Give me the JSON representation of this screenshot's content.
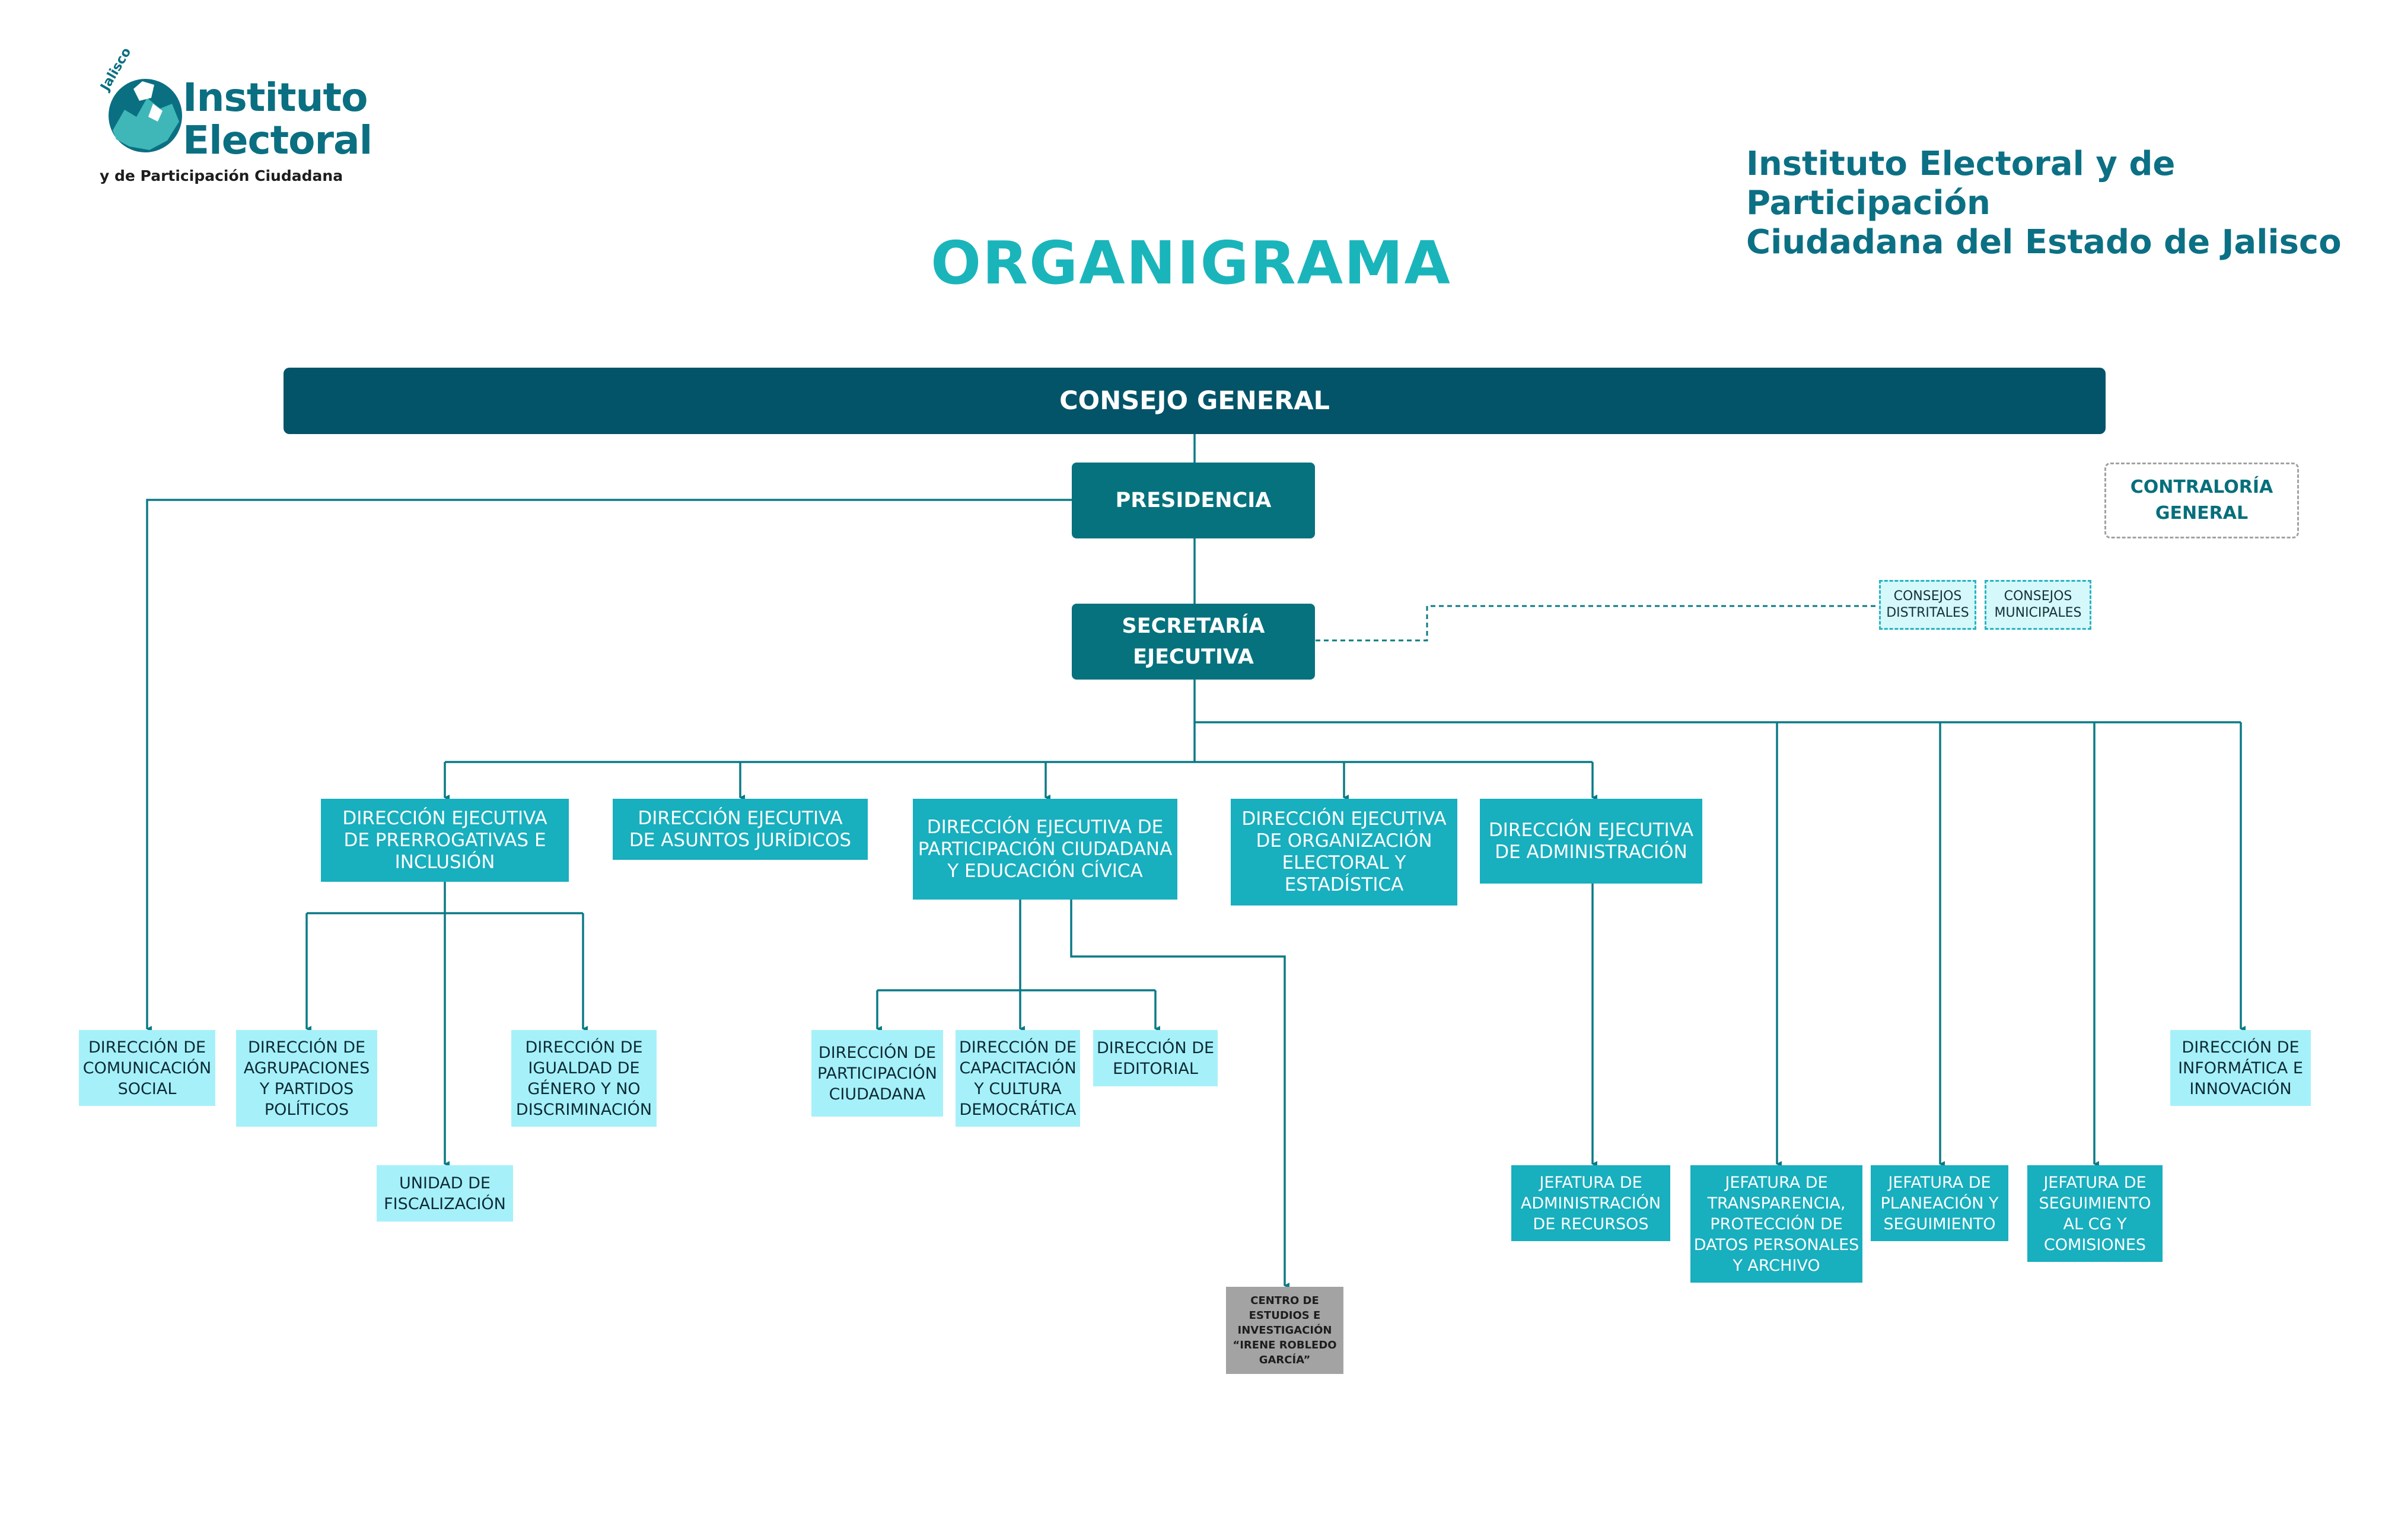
{
  "logo": {
    "small": "Jalisco",
    "line1": "Instituto",
    "line2": "Electoral",
    "line3": "y de Participación Ciudadana"
  },
  "header": {
    "institution": "Instituto Electoral y de Participación\nCiudadana del Estado de Jalisco",
    "title": "ORGANIGRAMA"
  },
  "chart": {
    "consejo_general": "CONSEJO GENERAL",
    "presidencia": "PRESIDENCIA",
    "contraloria": "CONTRALORÍA\nGENERAL",
    "secretaria": "SECRETARÍA\nEJECUTIVA",
    "consejos_distritales": "CONSEJOS\nDISTRITALES",
    "consejos_municipales": "CONSEJOS\nMUNICIPALES",
    "de_prerrogativas": "DIRECCIÓN EJECUTIVA\nDE PRERROGATIVAS E\nINCLUSIÓN",
    "de_juridicos": "DIRECCIÓN EJECUTIVA\nDE ASUNTOS JURÍDICOS",
    "de_participacion": "DIRECCIÓN EJECUTIVA DE\nPARTICIPACIÓN CIUDADANA\nY EDUCACIÓN CÍVICA",
    "de_organizacion": "DIRECCIÓN EJECUTIVA\nDE ORGANIZACIÓN\nELECTORAL Y\nESTADÍSTICA",
    "de_administracion": "DIRECCIÓN EJECUTIVA\nDE ADMINISTRACIÓN",
    "dir_comunicacion": "DIRECCIÓN DE\nCOMUNICACIÓN\nSOCIAL",
    "dir_agrupaciones": "DIRECCIÓN DE\nAGRUPACIONES\nY PARTIDOS\nPOLÍTICOS",
    "dir_igualdad": "DIRECCIÓN DE\nIGUALDAD DE\nGÉNERO Y NO\nDISCRIMINACIÓN",
    "unidad_fiscalizacion": "UNIDAD DE\nFISCALIZACIÓN",
    "dir_participacion": "DIRECCIÓN DE\nPARTICIPACIÓN\nCIUDADANA",
    "dir_capacitacion": "DIRECCIÓN DE\nCAPACITACIÓN\nY CULTURA\nDEMOCRÁTICA",
    "dir_editorial": "DIRECCIÓN DE\nEDITORIAL",
    "centro_estudios": "CENTRO DE\nESTUDIOS E\nINVESTIGACIÓN\n“IRENE ROBLEDO\nGARCÍA”",
    "jef_recursos": "JEFATURA DE\nADMINISTRACIÓN\nDE RECURSOS",
    "jef_transparencia": "JEFATURA DE\nTRANSPARENCIA,\nPROTECCIÓN DE\nDATOS PERSONALES\nY ARCHIVO",
    "jef_planeacion": "JEFATURA DE\nPLANEACIÓN Y\nSEGUIMIENTO",
    "jef_seguimiento": "JEFATURA DE\nSEGUIMIENTO\nAL CG Y\nCOMISIONES",
    "dir_informatica": "DIRECCIÓN DE\nINFORMÁTICA E\nINNOVACIÓN"
  },
  "colors": {
    "dark_teal": "#035468",
    "teal": "#06727d",
    "cyan": "#18afbe",
    "light_cyan": "#a6f1f9",
    "gray": "#a3a3a3",
    "line": "#0b7a86",
    "title": "#1ab5bb"
  }
}
